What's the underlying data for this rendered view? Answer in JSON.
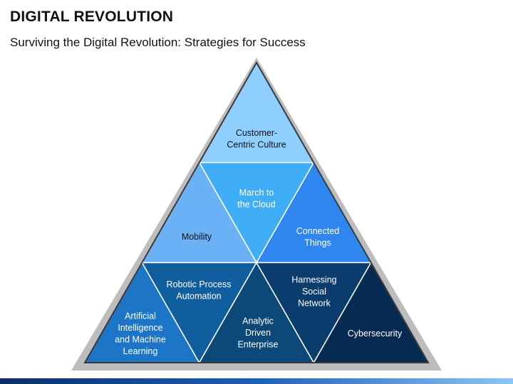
{
  "header": {
    "title": "DIGITAL REVOLUTION",
    "subtitle": "Surviving the Digital Revolution: Strategies for Success"
  },
  "pyramid": {
    "segments": [
      {
        "lines": [
          "Customer-",
          "Centric Culture"
        ],
        "color": "#8ECFFF",
        "text_color": "#111111"
      },
      {
        "lines": [
          "March to",
          "the Cloud"
        ],
        "color": "#3FAEF7",
        "text_color": "#ffffff"
      },
      {
        "lines": [
          "Mobility"
        ],
        "color": "#6BB1F5",
        "text_color": "#111111"
      },
      {
        "lines": [
          "Connected",
          "Things"
        ],
        "color": "#2E86EE",
        "text_color": "#ffffff"
      },
      {
        "lines": [
          "Artificial",
          "Intelligence",
          "and Machine",
          "Learning"
        ],
        "color": "#1D75C8",
        "text_color": "#ffffff"
      },
      {
        "lines": [
          "Robotic Process",
          "Automation"
        ],
        "color": "#115E9E",
        "text_color": "#ffffff"
      },
      {
        "lines": [
          "Analytic",
          "Driven",
          "Enterprise"
        ],
        "color": "#0C4878",
        "text_color": "#ffffff"
      },
      {
        "lines": [
          "Harnessing",
          "Social",
          "Network"
        ],
        "color": "#0A3C6E",
        "text_color": "#ffffff"
      },
      {
        "lines": [
          "Cybersecurity"
        ],
        "color": "#062A52",
        "text_color": "#ffffff"
      }
    ],
    "frame_color": "#3A3A3A",
    "edge_color": "#ffffff"
  }
}
